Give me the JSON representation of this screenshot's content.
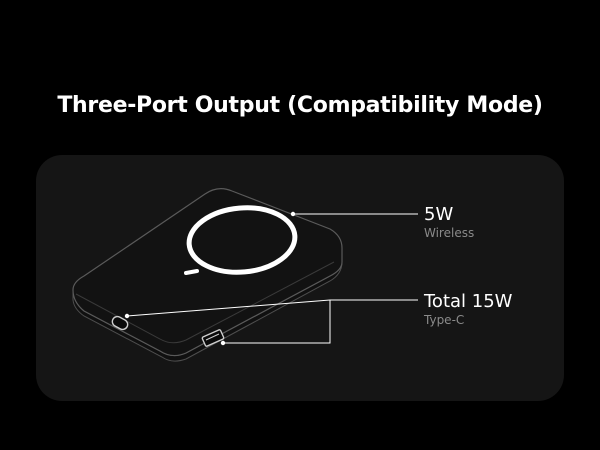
{
  "title": "Three-Port Output (Compatibility Mode)",
  "outputs": [
    {
      "value": "5W",
      "port": "Wireless"
    },
    {
      "value": "Total 15W",
      "port": "Type-C"
    }
  ],
  "colors": {
    "background": "#000000",
    "card": "#151515",
    "accent": "#ffffff",
    "secondary_text": "#8a8a8a"
  },
  "icons": [
    "magnetic-ring-icon",
    "usb-c-port-icon",
    "usb-a-port-icon"
  ]
}
